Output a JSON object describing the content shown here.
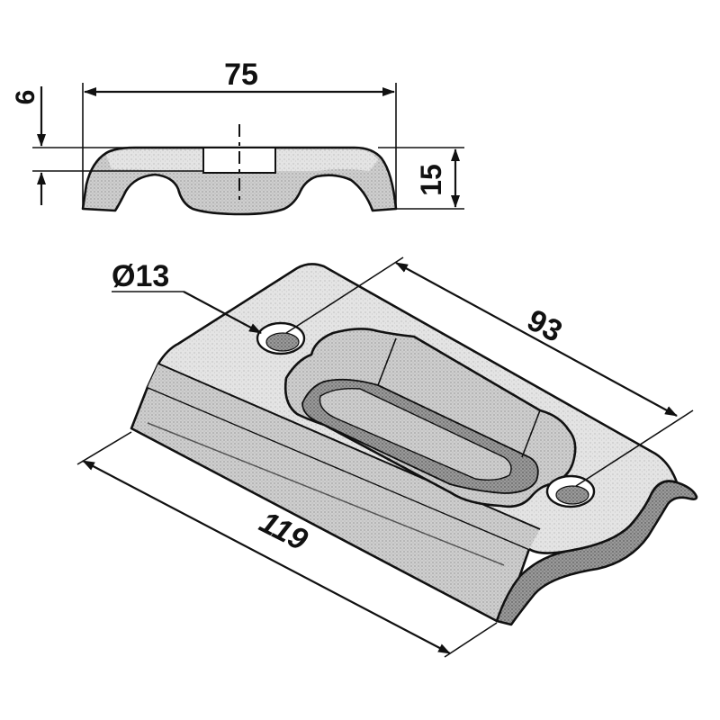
{
  "dimensions": {
    "width_top": "75",
    "thickness": "6",
    "height": "15",
    "hole_diameter": "Ø13",
    "hole_spacing": "93",
    "length": "119"
  },
  "colors": {
    "ink": "#111111",
    "shade_light": "#d9d9d9",
    "shade_mid": "#b3b3b3",
    "shade_dark": "#8a8a8a",
    "background": "#ffffff"
  }
}
